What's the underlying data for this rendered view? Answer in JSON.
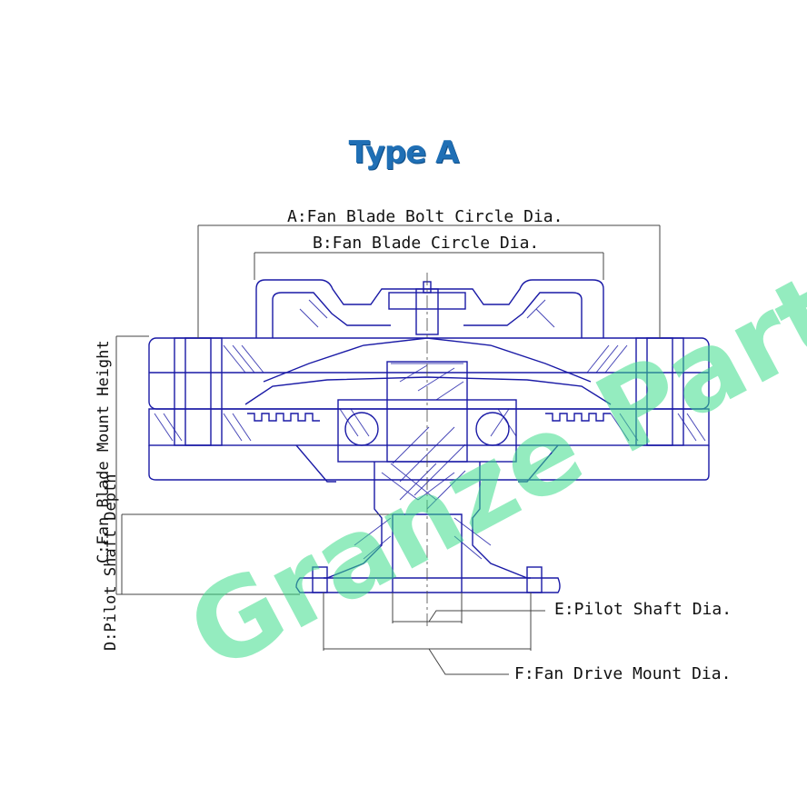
{
  "title": "Type A",
  "labels": {
    "a": "A:Fan Blade Bolt Circle Dia.",
    "b": "B:Fan Blade Circle Dia.",
    "c": "C:Fan Blade Mount Height",
    "d": "D:Pilot Shaft Depth",
    "e": "E:Pilot Shaft Dia.",
    "f": "F:Fan Drive Mount Dia."
  },
  "watermark": "Granze Parts",
  "colors": {
    "title": "#1f6fb5",
    "drawing": "#1a1aa6",
    "dimension": "#444444",
    "watermark": "#3ddc8a"
  }
}
